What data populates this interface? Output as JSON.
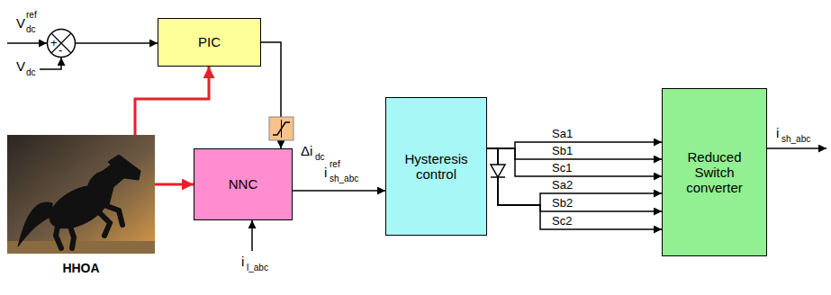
{
  "diagram": {
    "nodes": [
      {
        "text": [
          "+",
          "-"
        ]
      },
      {
        "text": [
          "PIC"
        ]
      },
      {
        "text": [
          "HHOA"
        ]
      },
      {
        "text": [
          "NNC"
        ]
      },
      {
        "text": [
          "Hysteresis control"
        ]
      },
      {
        "text": [
          "Reduced Switch converter"
        ]
      }
    ],
    "edges": [
      {
        "from": 0,
        "to": 1,
        "arrow": "to"
      },
      {
        "from": 1,
        "to": 3,
        "arrow": "to"
      },
      {
        "from": 2,
        "to": 1,
        "arrow": "to"
      },
      {
        "from": 2,
        "to": 3,
        "arrow": "to"
      },
      {
        "from": 3,
        "to": 4,
        "arrow": "to"
      },
      {
        "from": 4,
        "to": 5,
        "label": "Sa1",
        "arrow": "to"
      },
      {
        "from": 4,
        "to": 5,
        "label": "Sb1",
        "arrow": "to"
      },
      {
        "from": 4,
        "to": 5,
        "label": "Sc1",
        "arrow": "to"
      },
      {
        "from": 4,
        "to": 5,
        "label": "Sa2",
        "arrow": "to"
      },
      {
        "from": 4,
        "to": 5,
        "label": "Sb2",
        "arrow": "to"
      },
      {
        "from": 4,
        "to": 5,
        "label": "Sc2",
        "arrow": "to"
      }
    ],
    "labels": [
      "V",
      "ref",
      "dc",
      "V",
      "dc",
      "Δi",
      "dc",
      "i",
      "ref",
      "sh_abc",
      "i",
      "l_abc",
      "i",
      "sh_abc"
    ]
  }
}
